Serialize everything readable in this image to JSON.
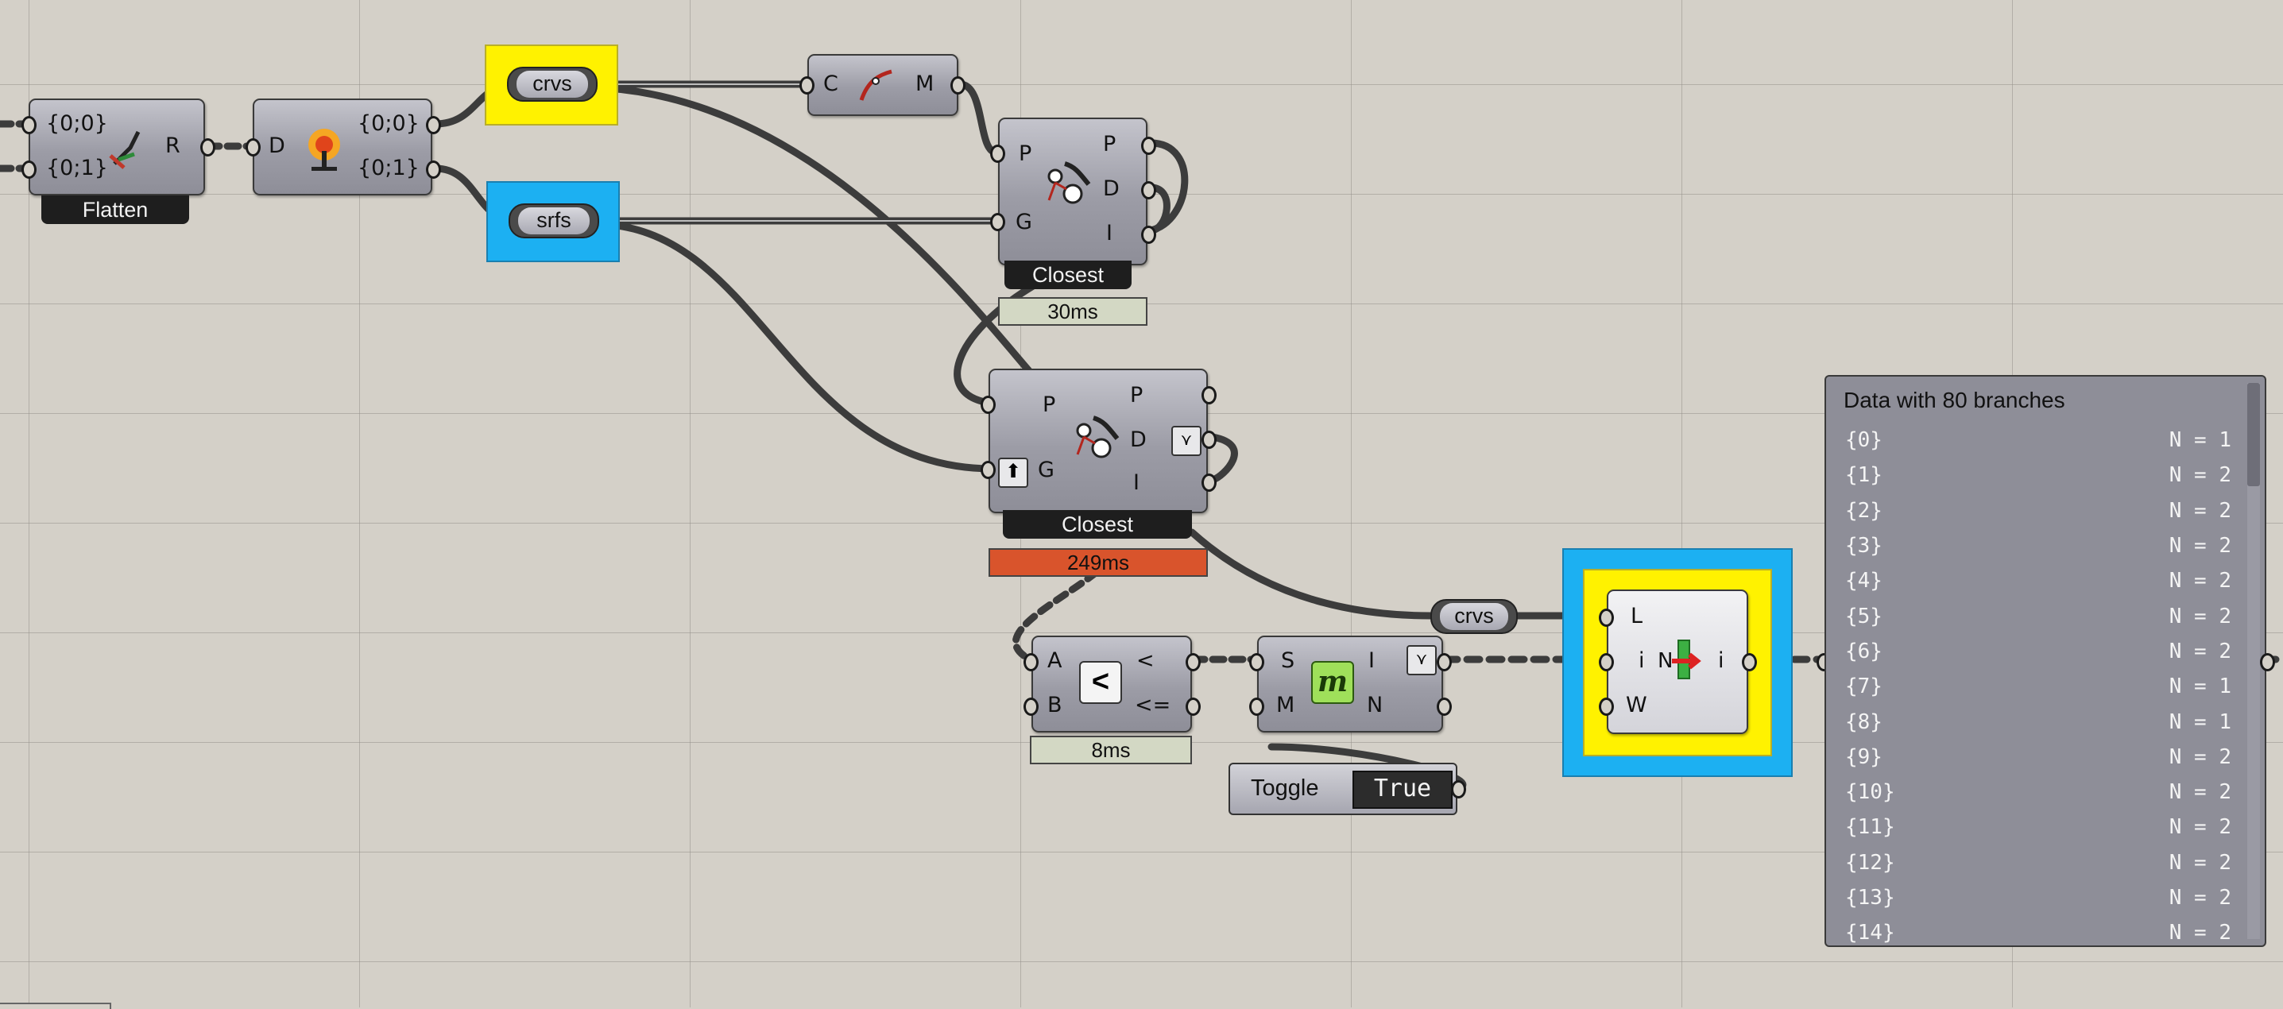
{
  "colors": {
    "canvas": "#d4d0c8",
    "crvs_relay": "#fff200",
    "srfs_relay": "#1cb0f2",
    "closest2_timer": "#d9542c",
    "timer_default": "#d3d8c4",
    "wire": "#4a4a4a"
  },
  "flatten": {
    "in0": "{0;0}",
    "in1": "{0;1}",
    "out": "R",
    "label": "Flatten",
    "icon": "flatten-icon"
  },
  "explode_tree": {
    "in": "D",
    "out0": "{0;0}",
    "out1": "{0;1}",
    "icon": "explode-tree-icon"
  },
  "relays": {
    "crvs": "crvs",
    "srfs": "srfs",
    "crvs2": "crvs"
  },
  "curve_middle": {
    "in": "C",
    "out": "M",
    "icon": "curve-middle-icon"
  },
  "closest1": {
    "in_p": "P",
    "in_g": "G",
    "out_p": "P",
    "out_d": "D",
    "out_i": "I",
    "label": "Closest",
    "timer": "30ms",
    "icon": "closest-point-icon"
  },
  "closest2": {
    "in_p": "P",
    "in_g": "G",
    "out_p": "P",
    "out_d": "D",
    "out_i": "I",
    "label": "Closest",
    "timer": "249ms",
    "icon": "closest-point-icon"
  },
  "smaller": {
    "in_a": "A",
    "in_b": "B",
    "out_lt": "<",
    "out_le": "<=",
    "timer": "8ms",
    "icon": "smaller-than-icon"
  },
  "member_index": {
    "in_s": "S",
    "in_m": "M",
    "out_i": "I",
    "out_n": "N",
    "icon": "member-index-icon"
  },
  "cull_index": {
    "in_l": "L",
    "in_i": "i",
    "in_w": "W",
    "out_i": "i",
    "icon": "cull-index-icon"
  },
  "toggle": {
    "label": "Toggle",
    "value": "True"
  },
  "panel": {
    "title": "Data with 80 branches",
    "rows": [
      {
        "path": "{0}",
        "count": "N = 1"
      },
      {
        "path": "{1}",
        "count": "N = 2"
      },
      {
        "path": "{2}",
        "count": "N = 2"
      },
      {
        "path": "{3}",
        "count": "N = 2"
      },
      {
        "path": "{4}",
        "count": "N = 2"
      },
      {
        "path": "{5}",
        "count": "N = 2"
      },
      {
        "path": "{6}",
        "count": "N = 2"
      },
      {
        "path": "{7}",
        "count": "N = 1"
      },
      {
        "path": "{8}",
        "count": "N = 1"
      },
      {
        "path": "{9}",
        "count": "N = 2"
      },
      {
        "path": "{10}",
        "count": "N = 2"
      },
      {
        "path": "{11}",
        "count": "N = 2"
      },
      {
        "path": "{12}",
        "count": "N = 2"
      },
      {
        "path": "{13}",
        "count": "N = 2"
      },
      {
        "path": "{14}",
        "count": "N = 2"
      }
    ]
  }
}
